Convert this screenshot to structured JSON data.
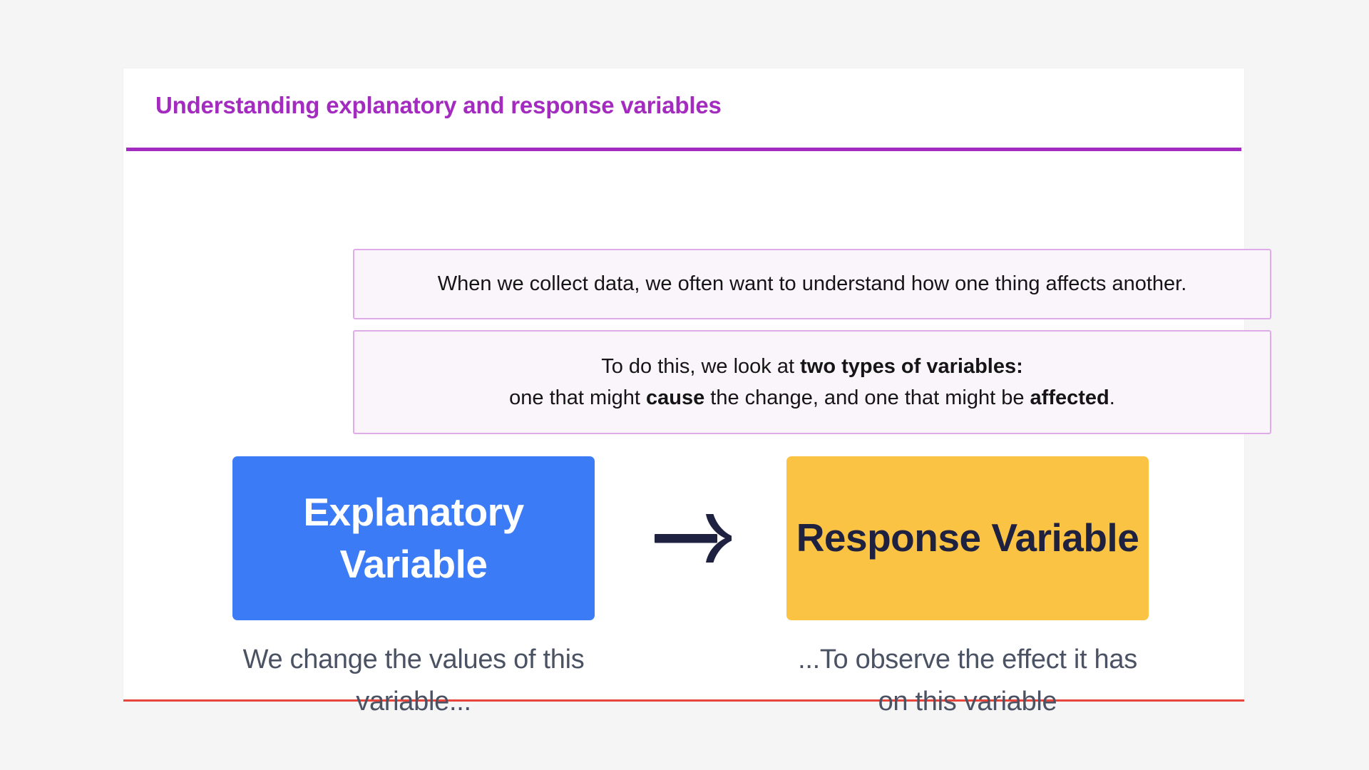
{
  "page": {
    "background_color": "#f5f5f6",
    "card_background": "#ffffff",
    "accent_purple": "#a32bbf",
    "accent_bottom_border": "#e8463c"
  },
  "header": {
    "title": "Understanding explanatory and response variables"
  },
  "intro": {
    "box1": {
      "text": "When we collect data, we often want to understand how one thing affects another."
    },
    "box2": {
      "line1_prefix": "To do this, we look at ",
      "line1_bold": "two types of variables:",
      "line2_part1": "one that might ",
      "line2_bold1": "cause",
      "line2_part2": " the change, and one that might be ",
      "line2_bold2": "affected",
      "line2_part3": "."
    }
  },
  "variables": {
    "explanatory": {
      "label": "Explanatory Variable",
      "color": "#3b7bf5",
      "text_color": "#ffffff",
      "caption": "We change the values of this variable..."
    },
    "response": {
      "label": "Response Variable",
      "color": "#fbc344",
      "text_color": "#1e2240",
      "caption": "...To observe the effect it has on this variable"
    },
    "arrow": {
      "icon": "arrow-right-icon",
      "color": "#1e2240"
    }
  }
}
